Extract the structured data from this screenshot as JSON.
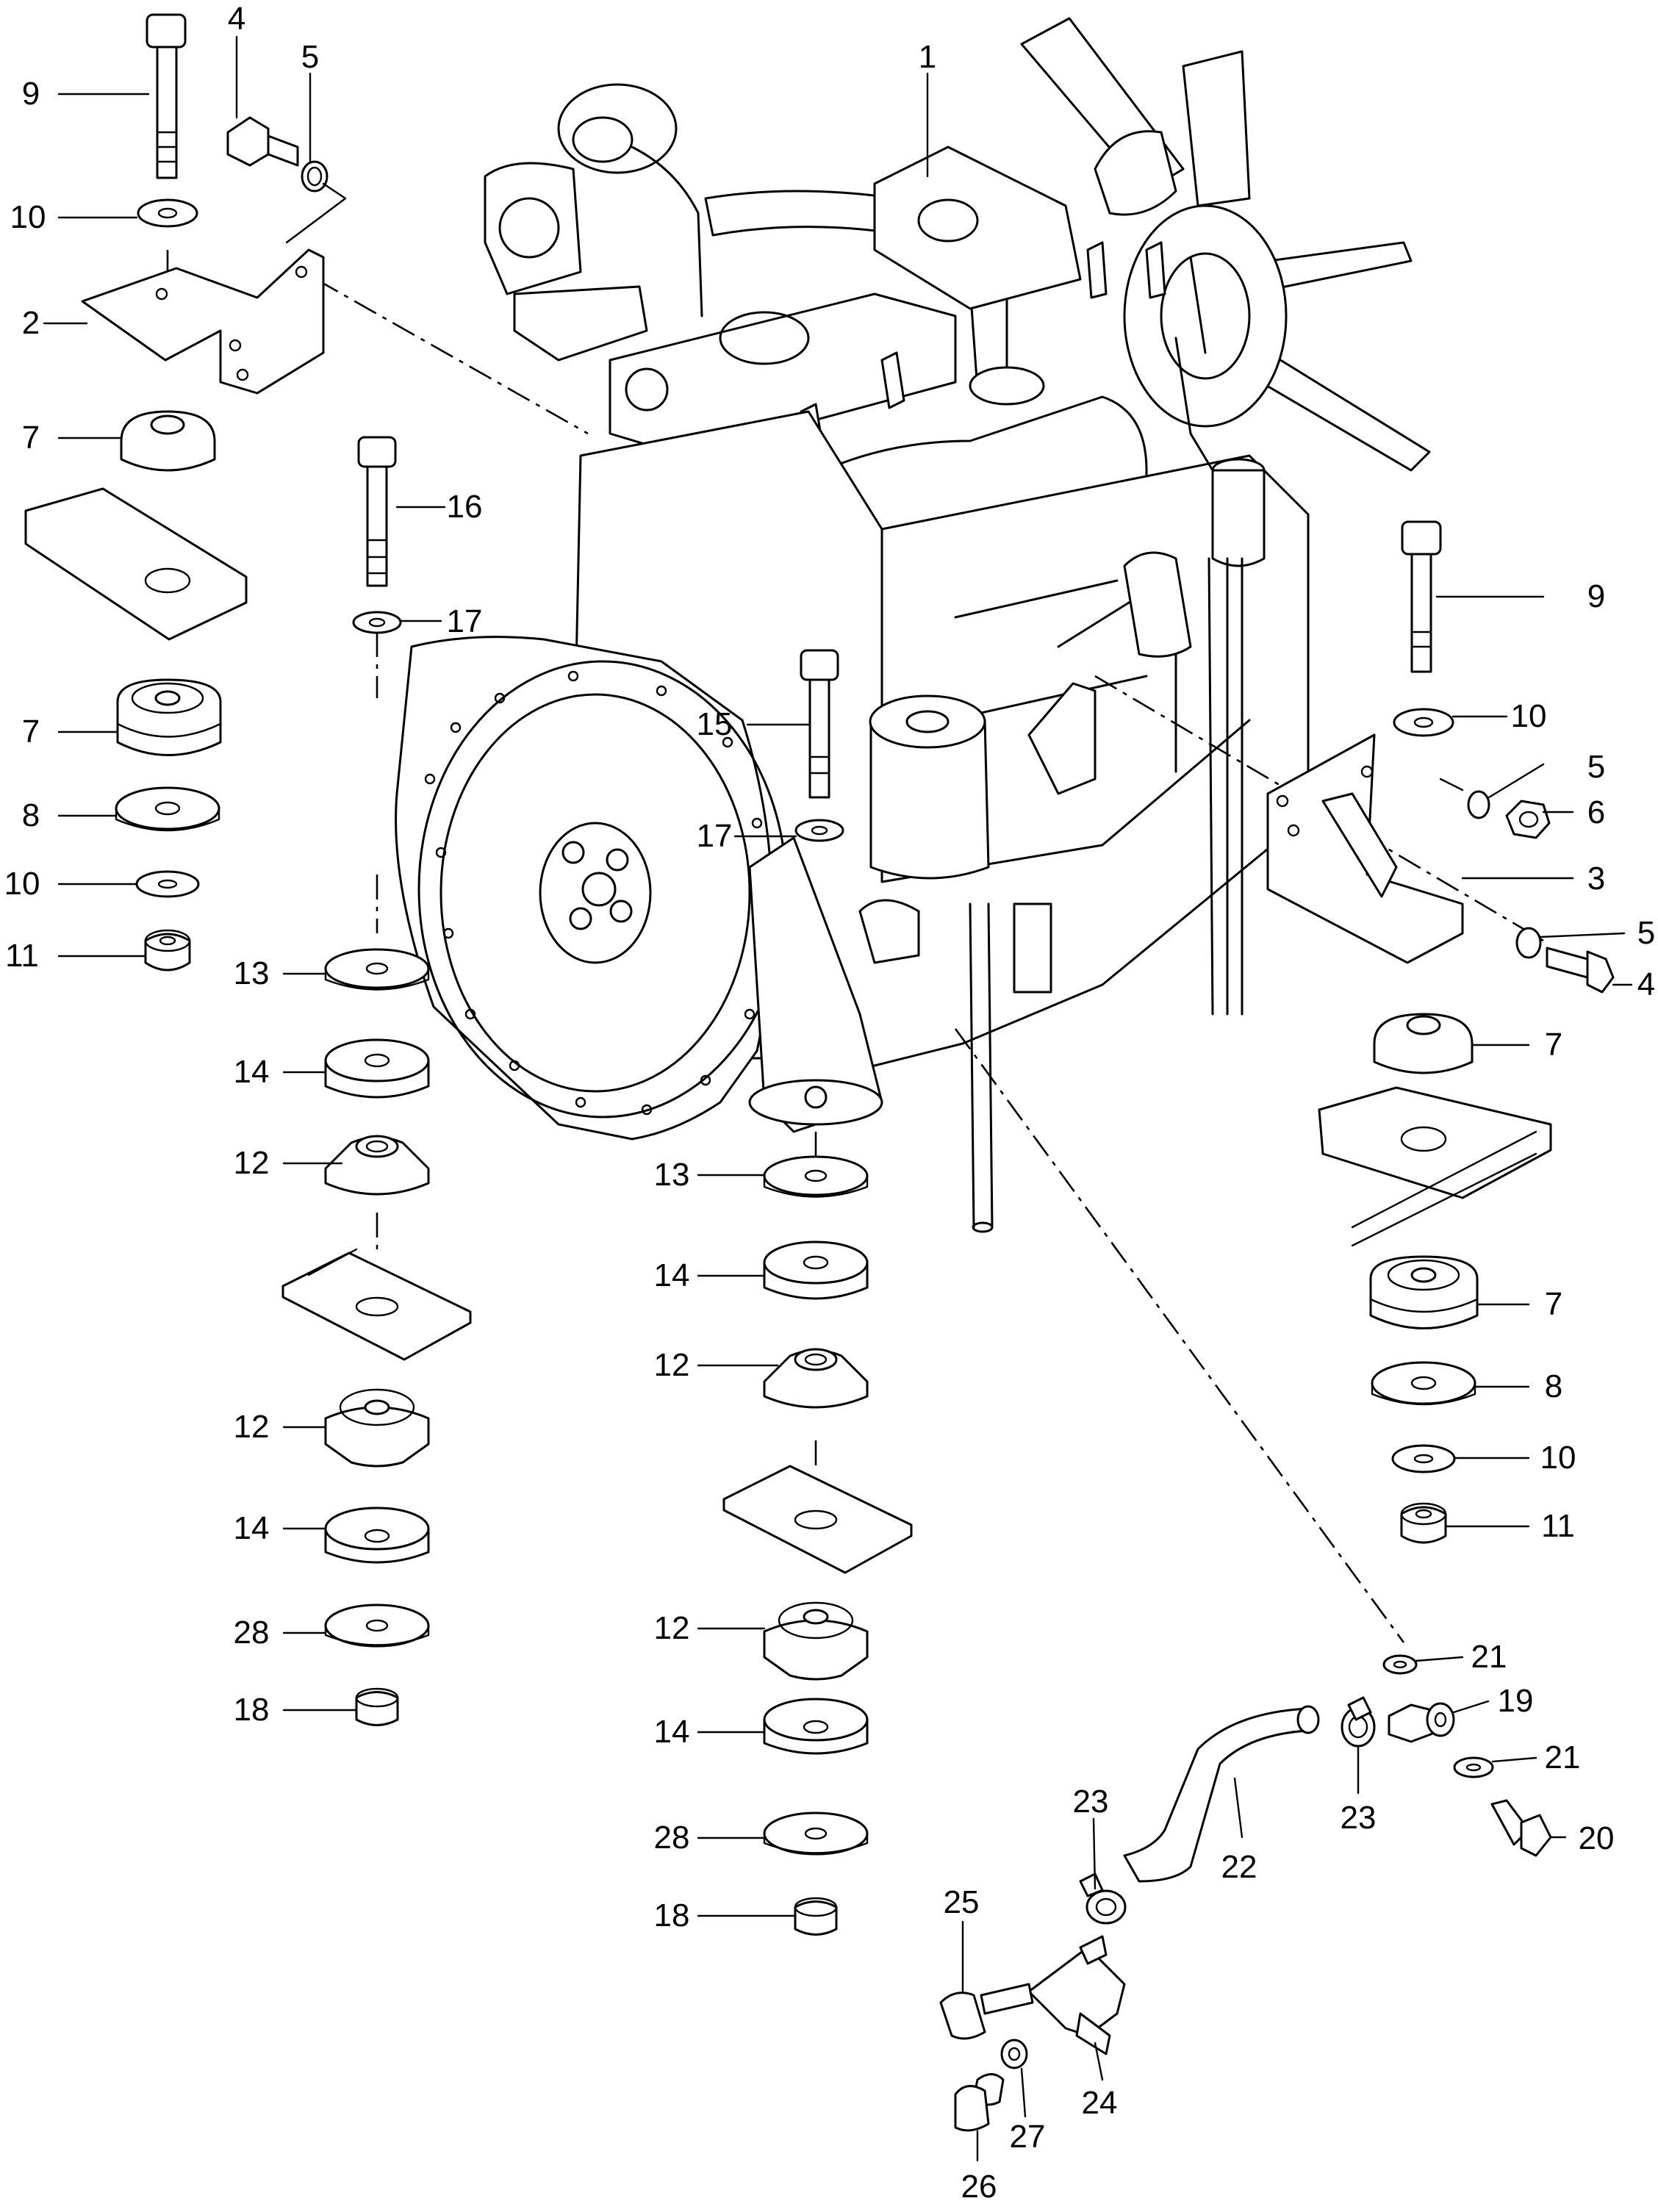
{
  "diagram": {
    "type": "exploded-parts-view",
    "part_numbers": [
      "1",
      "2",
      "3",
      "4",
      "5",
      "6",
      "7",
      "8",
      "9",
      "10",
      "11",
      "12",
      "13",
      "14",
      "15",
      "16",
      "17",
      "18",
      "19",
      "20",
      "21",
      "22",
      "23",
      "24",
      "25",
      "26",
      "27",
      "28"
    ]
  },
  "callouts": {
    "c_9a": "9",
    "c_4a": "4",
    "c_5a": "5",
    "c_10a": "10",
    "c_2": "2",
    "c_7a": "7",
    "c_7b": "7",
    "c_8a": "8",
    "c_10b": "10",
    "c_11a": "11",
    "c_1": "1",
    "c_16": "16",
    "c_17a": "17",
    "c_15": "15",
    "c_17b": "17",
    "c_13a": "13",
    "c_14a": "14",
    "c_12a": "12",
    "c_12b": "12",
    "c_14b": "14",
    "c_28a": "28",
    "c_18a": "18",
    "c_13b": "13",
    "c_14c": "14",
    "c_12c": "12",
    "c_12d": "12",
    "c_14d": "14",
    "c_28b": "28",
    "c_18b": "18",
    "c_9b": "9",
    "c_10c": "10",
    "c_5b": "5",
    "c_6": "6",
    "c_3": "3",
    "c_5c": "5",
    "c_4b": "4",
    "c_7c": "7",
    "c_7d": "7",
    "c_8b": "8",
    "c_10d": "10",
    "c_11b": "11",
    "c_21a": "21",
    "c_19": "19",
    "c_21b": "21",
    "c_20": "20",
    "c_23a": "23",
    "c_23b": "23",
    "c_22": "22",
    "c_25": "25",
    "c_24": "24",
    "c_27": "27",
    "c_26": "26"
  }
}
